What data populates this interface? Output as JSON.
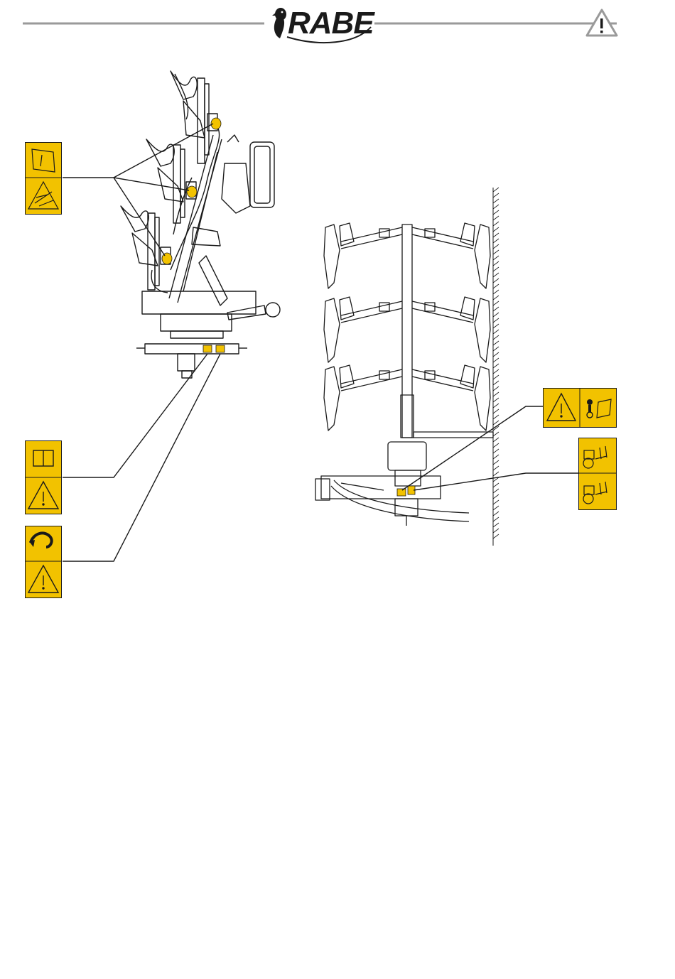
{
  "header": {
    "brand_name": "RABE",
    "logo": "rabe-logo",
    "warning_icon": "warning-triangle-icon"
  },
  "colors": {
    "decal_yellow": "#f2c200",
    "line_gray": "#9a9a9a",
    "ink": "#1a1a1a"
  },
  "figures": [
    {
      "name": "plough-rear-view-illustration",
      "decal_icons": [
        "read-manual-icon",
        "warning-triangle-icon",
        "crush-hazard-icon",
        "high-pressure-fluid-icon",
        "hook-icon"
      ]
    },
    {
      "name": "plough-top-view-illustration",
      "decal_icons": [
        "warning-triangle-icon",
        "wrench-icon",
        "tractor-hitch-icon"
      ]
    }
  ]
}
